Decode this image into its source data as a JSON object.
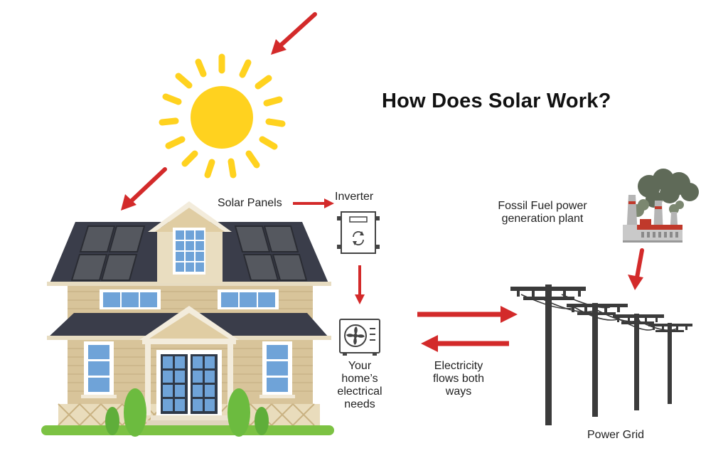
{
  "title": "How Does Solar Work?",
  "labels": {
    "solar_panels": "Solar Panels",
    "inverter": "Inverter",
    "fossil_plant": [
      "Fossil Fuel power",
      "generation plant"
    ],
    "home_needs": [
      "Your",
      "home’s",
      "electrical",
      "needs"
    ],
    "electricity_flow": [
      "Electricity",
      "flows both",
      "ways"
    ],
    "power_grid": "Power Grid"
  },
  "colors": {
    "arrow": "#d32a2a",
    "sun": "#ffd21f",
    "roof": "#3a3d4a",
    "siding": "#d8c49a",
    "grass": "#7cc243",
    "pole": "#3b3b3b",
    "smoke": "#5f6a58",
    "window": "#6fa3d8"
  },
  "icons": [
    "sun-icon",
    "house-icon",
    "solar-panel-icon",
    "inverter-icon",
    "ac-unit-icon",
    "factory-icon",
    "power-pole-icon"
  ]
}
